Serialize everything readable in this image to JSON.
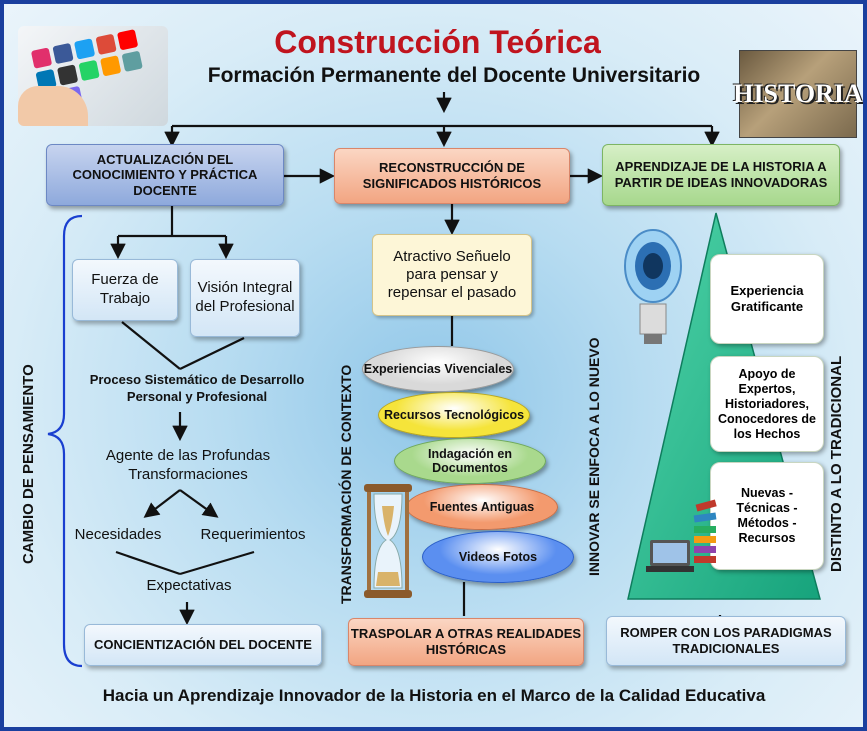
{
  "title": "Construcción Teórica",
  "subtitle": "Formación Permanente del Docente Universitario",
  "historia_label": "HISTORIA",
  "columns": {
    "left": "ACTUALIZACIÓN DEL CONOCIMIENTO Y PRÁCTICA DOCENTE",
    "center": "RECONSTRUCCIÓN DE SIGNIFICADOS HISTÓRICOS",
    "right": "APRENDIZAJE DE LA HISTORIA A PARTIR DE IDEAS INNOVADORAS"
  },
  "left_flow": {
    "fuerza": "Fuerza de Trabajo",
    "vision": "Visión Integral del Profesional",
    "proceso": "Proceso Sistemático de Desarrollo Personal y Profesional",
    "agente": "Agente de las Profundas Transformaciones",
    "necesidades": "Necesidades",
    "requerimientos": "Requerimientos",
    "expectativas": "Expectativas",
    "concientizacion": "CONCIENTIZACIÓN DEL DOCENTE"
  },
  "center_flow": {
    "atractivo": "Atractivo Señuelo para pensar y repensar el pasado",
    "items": [
      {
        "label": "Experiencias Vivenciales",
        "color": "#d9d9d9"
      },
      {
        "label": "Recursos Tecnológicos",
        "color": "#f5e43a"
      },
      {
        "label": "Indagación en Documentos",
        "color": "#a9d98d"
      },
      {
        "label": "Fuentes Antiguas",
        "color": "#f39a6e"
      },
      {
        "label": "Videos Fotos",
        "color": "#5b8ff0"
      }
    ],
    "traspolar": "TRASPOLAR A OTRAS REALIDADES HISTÓRICAS"
  },
  "right_flow": {
    "experiencia": "Experiencia Gratificante",
    "apoyo": "Apoyo de Expertos, Historiadores, Conocedores de los Hechos",
    "nuevas": "Nuevas -Técnicas -Métodos -Recursos",
    "romper": "ROMPER CON LOS PARADIGMAS TRADICIONALES"
  },
  "vertical_labels": {
    "cambio": "CAMBIO DE PENSAMIENTO",
    "transformacion": "TRANSFORMACIÓN DE CONTEXTO",
    "innovar": "INNOVAR SE ENFOCA A LO NUEVO",
    "distinto": "DISTINTO A LO TRADICIONAL"
  },
  "footer": "Hacia un Aprendizaje Innovador de la Historia en el Marco de la Calidad Educativa",
  "colors": {
    "title": "#c0141e",
    "frame": "#1a3f9e",
    "triangle": "#1fb58c"
  }
}
